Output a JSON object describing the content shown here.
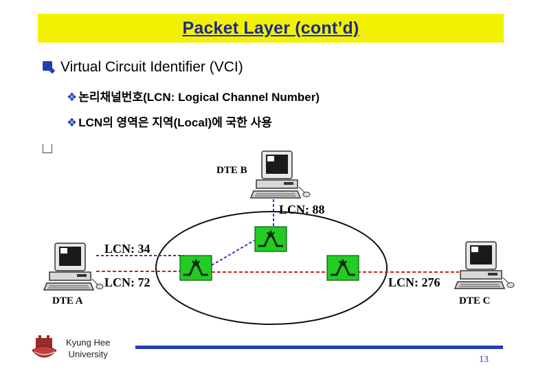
{
  "slide": {
    "title": "Packet Layer (cont’d)",
    "bullet": "Virtual Circuit Identifier (VCI)",
    "sub_bullets": [
      "논리채널번호(LCN: Logical Channel Number)",
      "LCN의 영역은 지역(Local)에 국한 사용"
    ]
  },
  "diagram": {
    "nodes": [
      "DTE A",
      "DTE B",
      "DTE C"
    ],
    "links": [
      {
        "label": "LCN: 34"
      },
      {
        "label": "LCN: 72"
      },
      {
        "label": "LCN: 88"
      },
      {
        "label": "LCN: 276"
      }
    ]
  },
  "footer": {
    "university_line1": "Kyung Hee",
    "university_line2": "University",
    "page_number": "13"
  },
  "colors": {
    "title_bar": "#f2f200",
    "title_text": "#1a2a8c",
    "accent_blue": "#1f3fb5",
    "switch_green": "#22cc22",
    "link_red": "#cc2222"
  }
}
